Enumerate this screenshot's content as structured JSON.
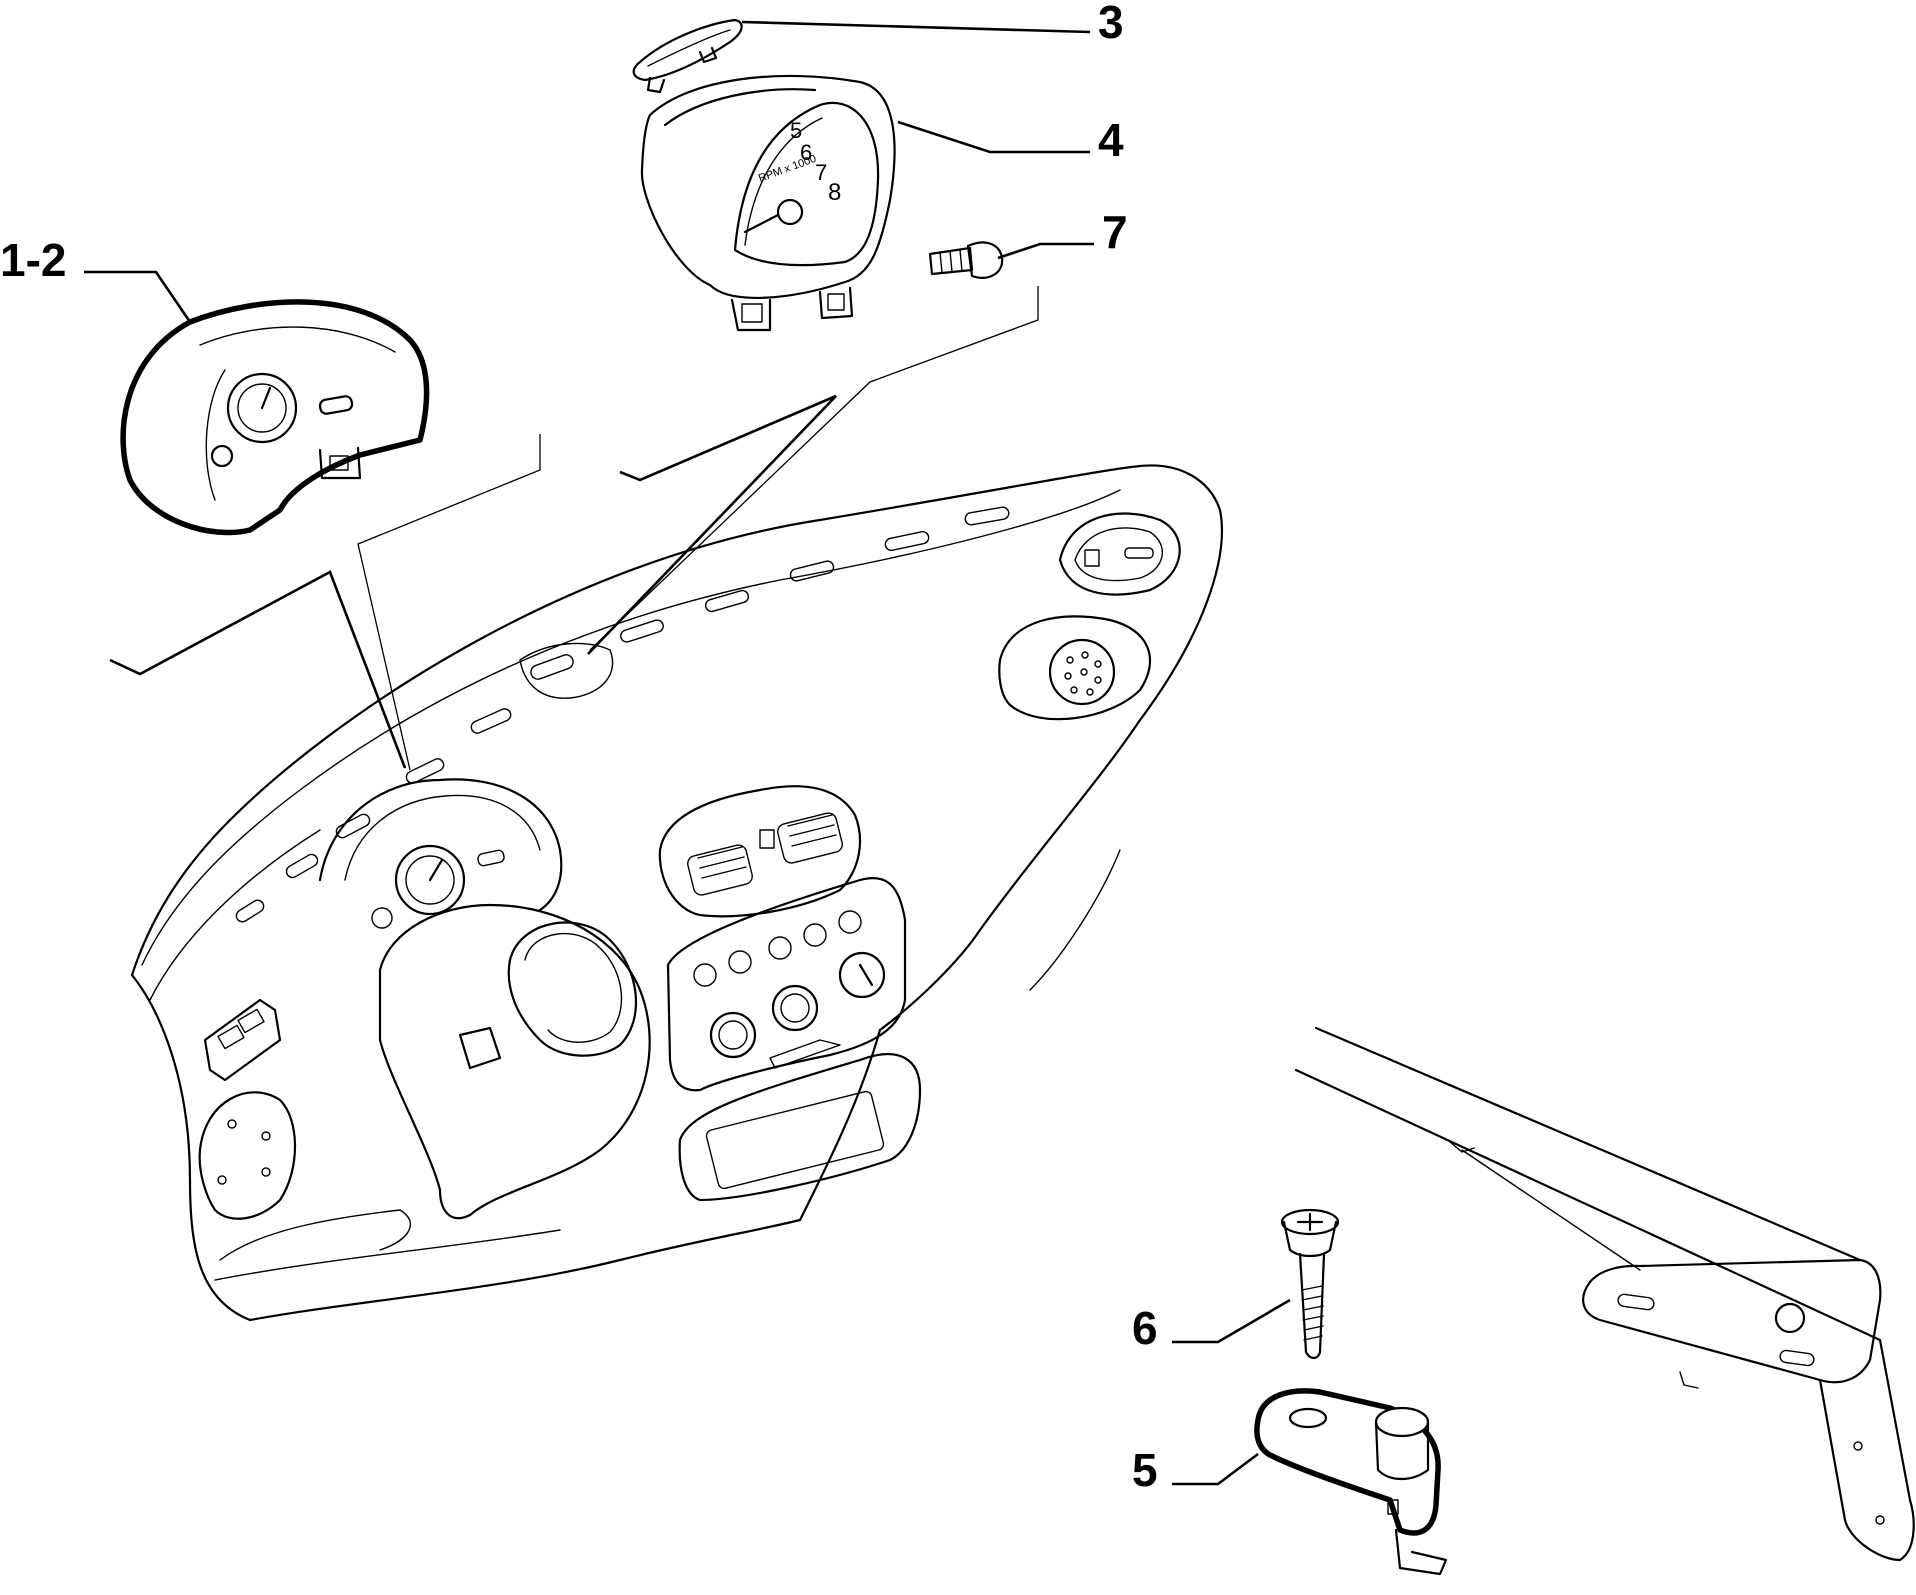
{
  "callouts": {
    "c1_2": "1-2",
    "c3": "3",
    "c4": "4",
    "c5": "5",
    "c6": "6",
    "c7": "7"
  },
  "gauge_markings": {
    "rpm_unit": "RPM x 1000",
    "ticks": [
      "5",
      "6",
      "7",
      "8"
    ]
  }
}
